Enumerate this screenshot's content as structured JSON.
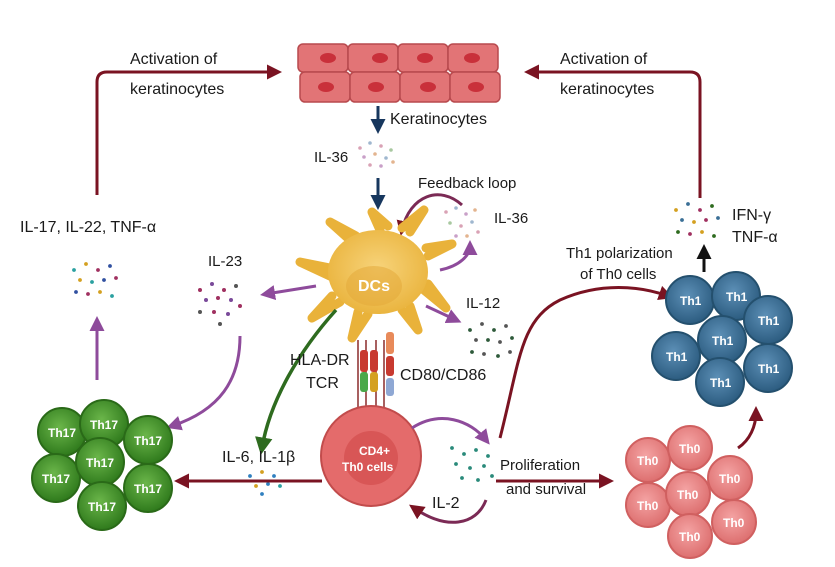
{
  "colors": {
    "dark_red_arrow": "#7a1322",
    "purple_arrow": "#8e4b9b",
    "navy_arrow": "#17375e",
    "green_arrow": "#2e6b1f",
    "black_arrow": "#111111",
    "keratinocyte": "#e06b6e",
    "dc": "#f2c14e",
    "th17": "#3c8c27",
    "th1": "#3a6f96",
    "th0": "#e88080",
    "cd4": "#e46b6b"
  },
  "labels": {
    "activation_left": [
      "Activation of",
      "keratinocytes"
    ],
    "activation_right": [
      "Activation of",
      "keratinocytes"
    ],
    "keratinocytes": "Keratinocytes",
    "il36_top": "IL-36",
    "feedback_loop": "Feedback loop",
    "il36_right": "IL-36",
    "il17_group": "IL-17, IL-22, TNF-α",
    "il23": "IL-23",
    "dcs": "DCs",
    "il12": "IL-12",
    "th1_polarization": [
      "Th1 polarization",
      "of Th0 cells"
    ],
    "ifn_tnf": [
      "IFN-γ",
      "TNF-α"
    ],
    "hla_dr": "HLA-DR",
    "tcr": "TCR",
    "cd80_cd86": "CD80/CD86",
    "cd4_cell": [
      "CD4+",
      "Th0 cells"
    ],
    "il6_il1b": "IL-6, IL-1β",
    "proliferation": [
      "Proliferation",
      "and survival"
    ],
    "il2": "IL-2"
  },
  "cells": {
    "th17": "Th17",
    "th1": "Th1",
    "th0": "Th0"
  }
}
